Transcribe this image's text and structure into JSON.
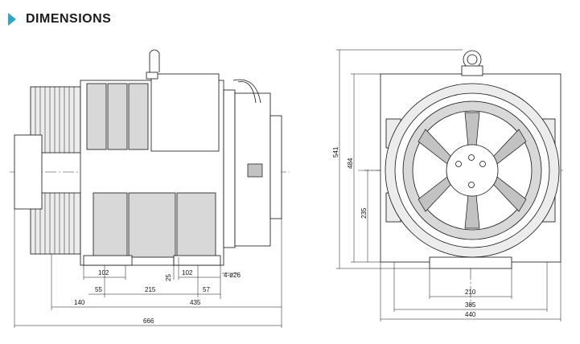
{
  "header": {
    "title": "DIMENSIONS",
    "accent_color": "#2ea6c8"
  },
  "side_view": {
    "dimensions": {
      "d102_left": "102",
      "d55": "55",
      "d215": "215",
      "d25": "25",
      "d102_right": "102",
      "d57": "57",
      "holes": "4-ø26",
      "d140": "140",
      "d435": "435",
      "d666": "666"
    }
  },
  "front_view": {
    "dimensions": {
      "d541": "541",
      "d484": "484",
      "d235": "235",
      "d210": "210",
      "d385": "385",
      "d440": "440"
    }
  }
}
